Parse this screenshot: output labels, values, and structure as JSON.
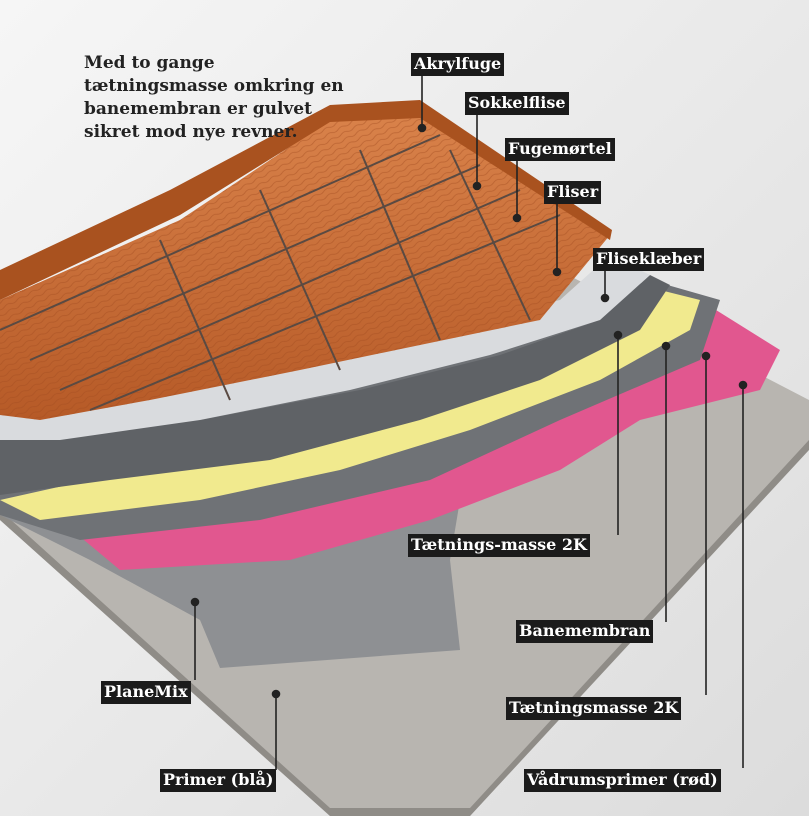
{
  "intro": {
    "lines": [
      "Med to gange",
      "tætningsmasse omkring en",
      "banemembran er gulvet",
      "sikret mod nye revner."
    ]
  },
  "labels": {
    "akrylfuge": "Akrylfuge",
    "sokkelflise": "Sokkelflise",
    "fugemortel": "Fugemørtel",
    "fliser": "Fliser",
    "flisekleber": "Fliseklæber",
    "taetningsmasse_top": "Tætnings-masse 2K",
    "banemembran": "Banemembran",
    "taetningsmasse_bottom": "Tætningsmasse 2K",
    "planemix": "PlaneMix",
    "primer": "Primer (blå)",
    "vadrumsprimer": "Vådrumsprimer (rød)"
  },
  "colors": {
    "wall": "#ececec",
    "concrete": "#b8b5b0",
    "planemix_grey": "#8e9093",
    "sealant_grey": "#6f7276",
    "membrane_yellow": "#f1ea8e",
    "primer_pink": "#e1578f",
    "adhesive_light": "#d9dbde",
    "tile_wood": "#c56a33"
  }
}
